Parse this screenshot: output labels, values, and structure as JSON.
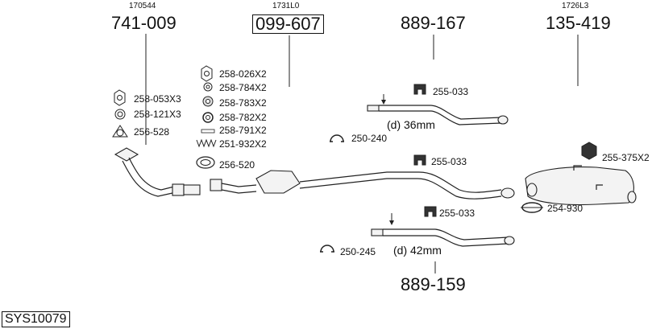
{
  "diagram": {
    "codes": {
      "c1": "170544",
      "c2": "1731L0",
      "c3": "1726L3"
    },
    "main_parts": {
      "p1": "741-009",
      "p2": "099-607",
      "p3": "889-167",
      "p4": "135-419",
      "p5": "889-159"
    },
    "parts": {
      "a": "258-053X3",
      "b": "258-121X3",
      "c": "256-528",
      "d": "258-026X2",
      "e": "258-784X2",
      "f": "258-783X2",
      "g": "258-782X2",
      "h": "258-791X2",
      "i": "251-932X2",
      "j": "256-520",
      "k": "255-033",
      "l": "250-240",
      "m": "255-033",
      "n": "255-375X2",
      "o": "254-930",
      "p": "255-033",
      "q": "250-245"
    },
    "dims": {
      "d1": "(d) 36mm",
      "d2": "(d) 42mm"
    },
    "system_id": "SYS10079"
  }
}
